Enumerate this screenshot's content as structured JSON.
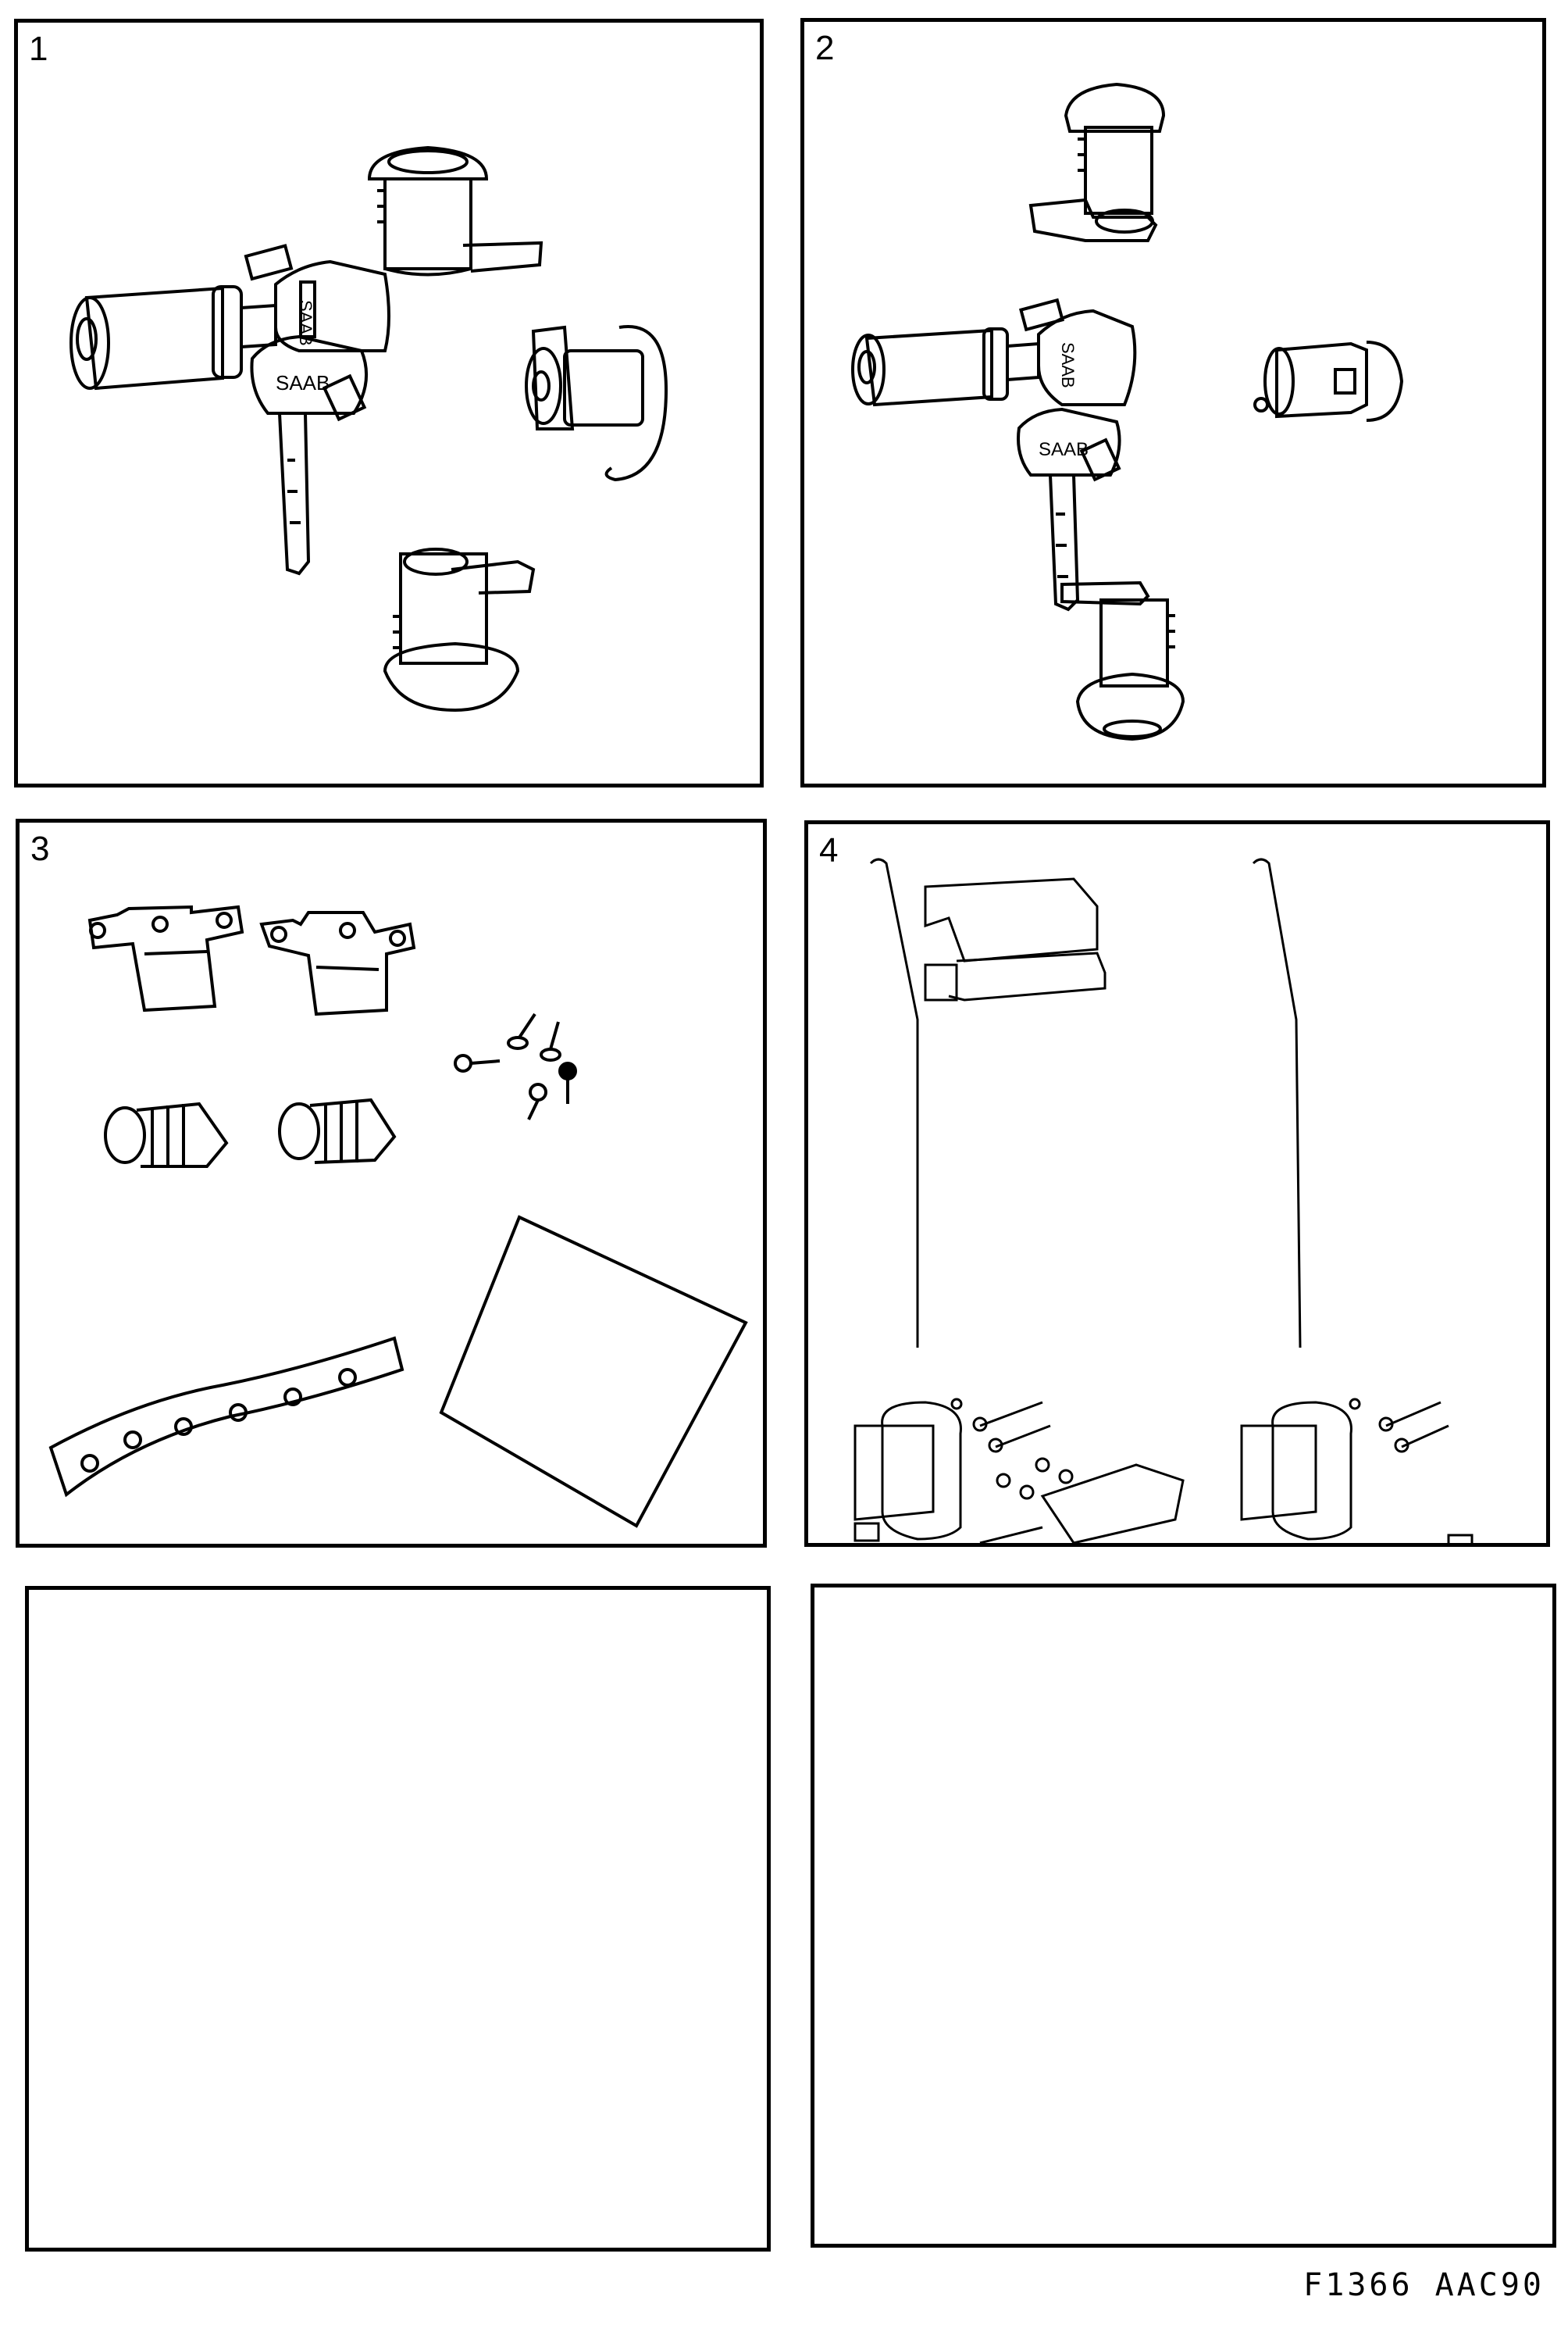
{
  "document": {
    "type": "Parts illustration sheet",
    "reference_label": {
      "figure_code": "F1366",
      "sheet_code": "AAC90"
    }
  },
  "panels": [
    {
      "number": "1",
      "content": "Lock cylinder set with keys",
      "items": [
        "ignition lock cylinder",
        "two SAAB keys with tags",
        "door lock cylinder (top)",
        "tailgate lock cylinder (right)",
        "door lock cylinder (bottom)"
      ],
      "key_brand_text": "SAAB"
    },
    {
      "number": "2",
      "content": "Lock cylinder set with keys (alternate)",
      "items": [
        "ignition lock cylinder",
        "two SAAB keys with tags",
        "door lock cylinder (top)",
        "trunk lock cylinder (right)",
        "door lock cylinder (bottom)"
      ],
      "key_brand_text": "SAAB"
    },
    {
      "number": "3",
      "content": "Mounting hardware",
      "items": [
        "two brackets",
        "five screws",
        "two rubber bellows",
        "perforated adhesive strip",
        "instruction sheet"
      ]
    },
    {
      "number": "4",
      "content": "Central locking actuators",
      "items": [
        "control unit with cover",
        "left door actuator with rod",
        "right door actuator with rod",
        "trunk actuator with rod",
        "washers and screws",
        "wiring connectors"
      ]
    },
    {
      "number": "",
      "content": "empty"
    },
    {
      "number": "",
      "content": "empty"
    }
  ]
}
